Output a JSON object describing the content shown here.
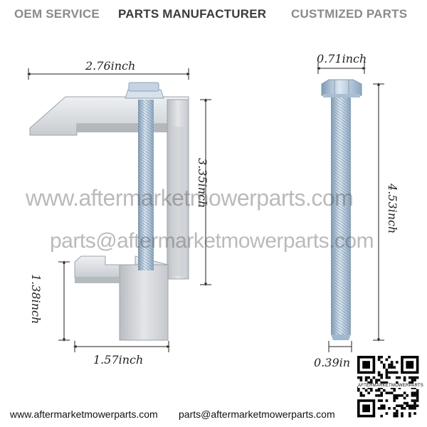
{
  "header": {
    "oem": "OEM SERVICE",
    "parts": "PARTS MANUFACTURER",
    "customized": "CUSTMIZED PARTS"
  },
  "dimensions": {
    "clamp_width": "2.76inch",
    "clamp_height": "3.35inch",
    "foot_height": "1.38inch",
    "foot_width": "1.57inch",
    "bolt_head": "0.71inch",
    "bolt_length": "4.53inch",
    "bolt_diameter": "0.39in"
  },
  "watermark": {
    "site": "www.aftermarketmowerparts.com",
    "email": "parts@aftermarketmowerparts.com"
  },
  "footer": {
    "site": "www.aftermarketmowerparts.com",
    "email": "parts@aftermarketmowerparts.com"
  },
  "qr": {
    "label": "AFTERMARKETMOWERPARTS"
  },
  "colors": {
    "aluminum": "#cfd2d6",
    "bolt": "#9fb8cf"
  }
}
